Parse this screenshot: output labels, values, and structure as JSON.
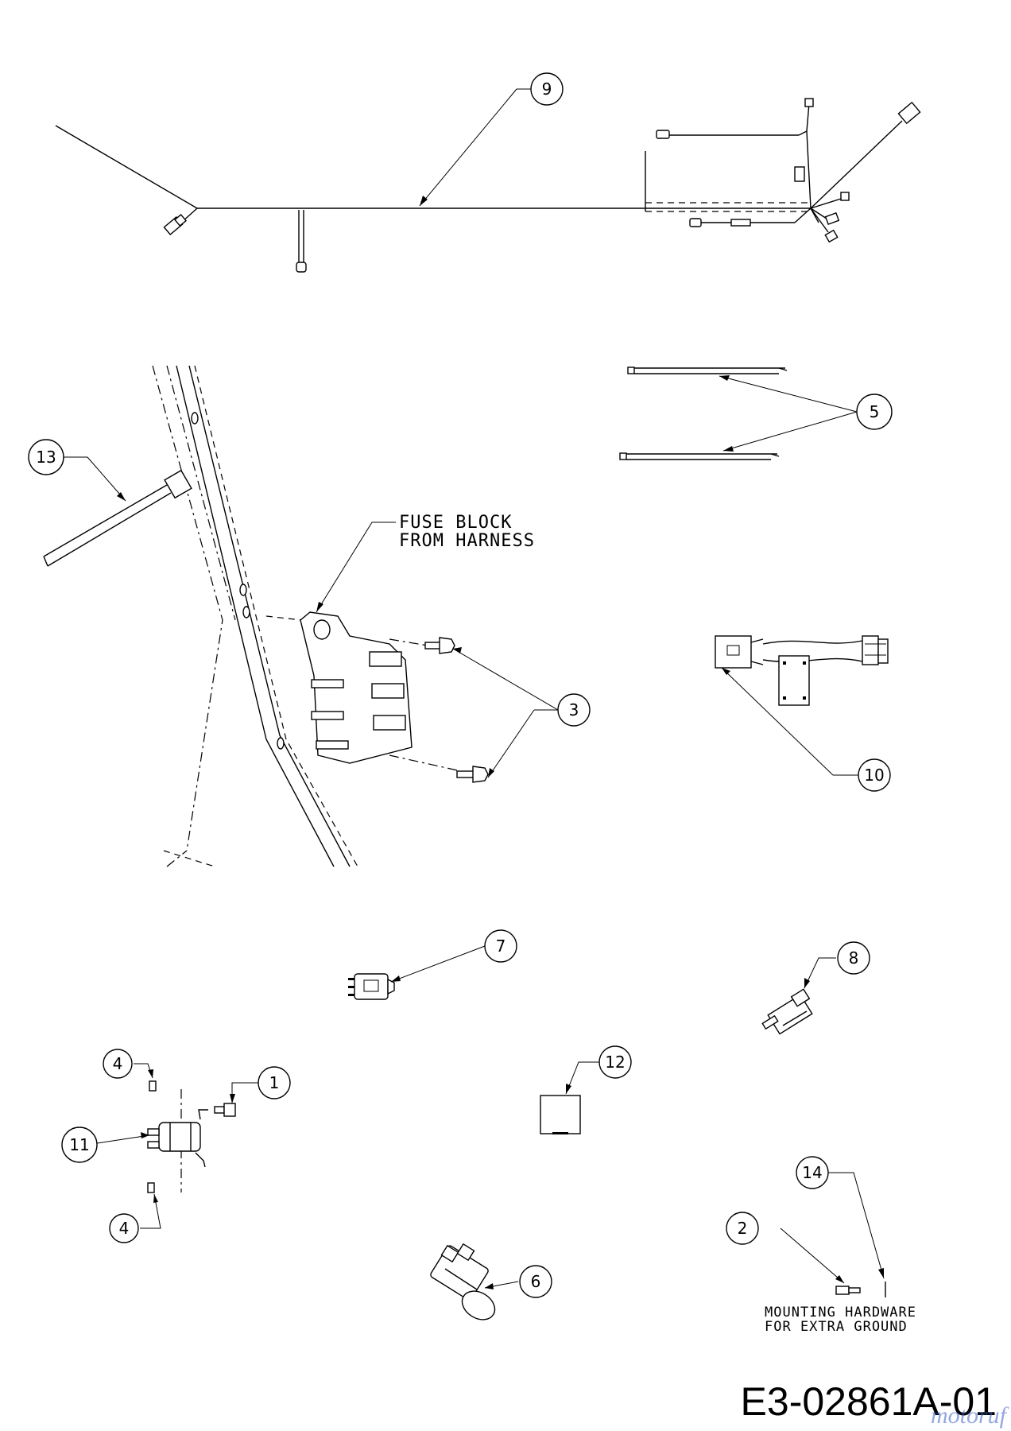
{
  "callouts": [
    {
      "id": "c9",
      "label": "9"
    },
    {
      "id": "c5",
      "label": "5"
    },
    {
      "id": "c13",
      "label": "13"
    },
    {
      "id": "c3",
      "label": "3"
    },
    {
      "id": "c10",
      "label": "10"
    },
    {
      "id": "c7",
      "label": "7"
    },
    {
      "id": "c8",
      "label": "8"
    },
    {
      "id": "c4a",
      "label": "4"
    },
    {
      "id": "c1",
      "label": "1"
    },
    {
      "id": "c11",
      "label": "11"
    },
    {
      "id": "c12",
      "label": "12"
    },
    {
      "id": "c4b",
      "label": "4"
    },
    {
      "id": "c14",
      "label": "14"
    },
    {
      "id": "c2",
      "label": "2"
    },
    {
      "id": "c6",
      "label": "6"
    }
  ],
  "notes": {
    "fuse_block_line1": "FUSE BLOCK",
    "fuse_block_line2": "FROM HARNESS",
    "mounting_line1": "MOUNTING HARDWARE",
    "mounting_line2": "FOR EXTRA GROUND"
  },
  "drawing_number": "E3-02861A-01",
  "watermark": "motoruf"
}
